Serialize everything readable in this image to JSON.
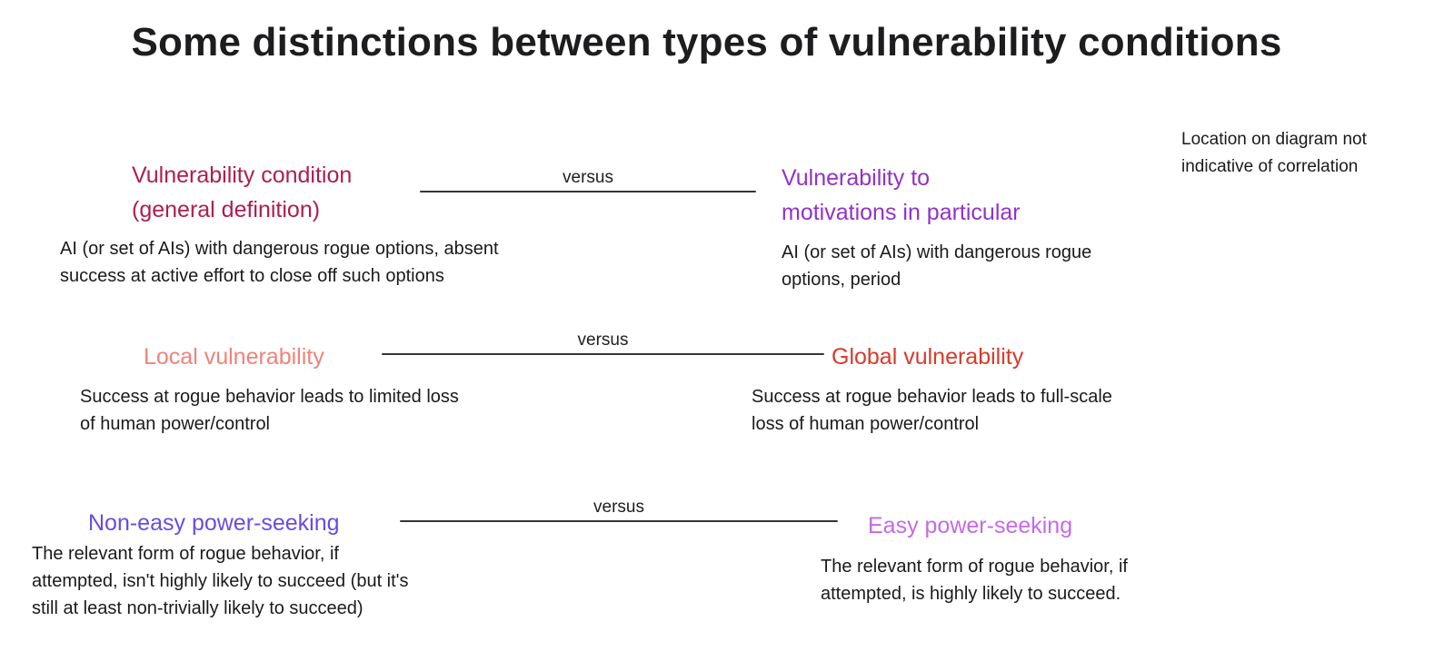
{
  "page": {
    "title": "Some distinctions between types of vulnerability conditions",
    "note_lines": [
      "Location on diagram not",
      "indicative of correlation"
    ]
  },
  "colors": {
    "title_text": "#1d1d1f",
    "body_text": "#1a1a1a",
    "versus_line": "#343434",
    "crimson": "#ae1e50",
    "purple": "#9232c8",
    "salmon": "#f0837b",
    "red": "#d93a2b",
    "blue_violet": "#6a4be4",
    "orchid": "#c56ae6"
  },
  "rows": [
    {
      "versus": "versus",
      "left": {
        "title_lines": [
          "Vulnerability condition",
          "(general definition)"
        ],
        "color": "#ae1e50",
        "desc_lines": [
          "AI (or set of AIs) with dangerous rogue options, absent",
          "success at active effort to close off such options"
        ]
      },
      "right": {
        "title_lines": [
          "Vulnerability to",
          "motivations in particular"
        ],
        "color": "#9232c8",
        "desc_lines": [
          "AI (or set of AIs) with dangerous rogue",
          "options, period"
        ]
      }
    },
    {
      "versus": "versus",
      "left": {
        "title_lines": [
          "Local vulnerability"
        ],
        "color": "#f0837b",
        "desc_lines": [
          "Success at rogue behavior leads to limited loss",
          "of human power/control"
        ]
      },
      "right": {
        "title_lines": [
          "Global vulnerability"
        ],
        "color": "#d93a2b",
        "desc_lines": [
          "Success at rogue behavior leads to full-scale",
          "loss of human power/control"
        ]
      }
    },
    {
      "versus": "versus",
      "left": {
        "title_lines": [
          "Non-easy power-seeking"
        ],
        "color": "#6a4be4",
        "desc_lines": [
          "The relevant form of rogue behavior, if",
          "attempted, isn't highly likely to succeed (but it's",
          "still at least non-trivially likely to succeed)"
        ]
      },
      "right": {
        "title_lines": [
          "Easy power-seeking"
        ],
        "color": "#c56ae6",
        "desc_lines": [
          "The relevant form of rogue behavior, if",
          "attempted, is highly likely to succeed."
        ]
      }
    }
  ]
}
